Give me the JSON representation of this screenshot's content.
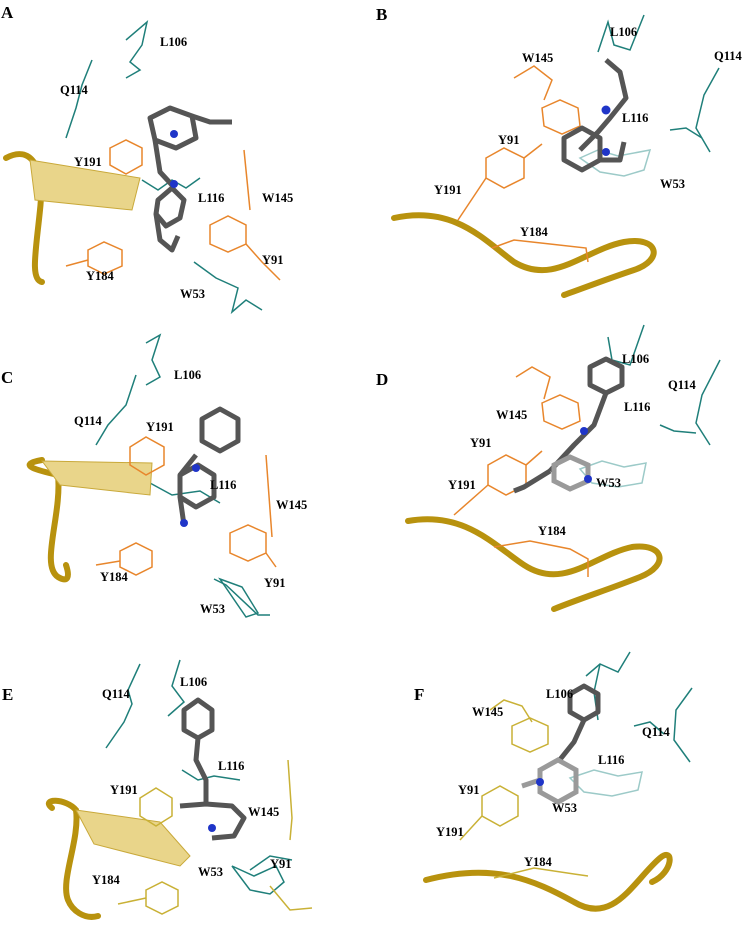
{
  "colors": {
    "teal": "#1f7f7a",
    "orange": "#e8862c",
    "olive": "#c9b136",
    "ribbon": "#b8920e",
    "ribbon_light": "#e9d58a",
    "ligand": "#555555",
    "ligand_light": "#9a9a9a",
    "nitrogen": "#1f35c8",
    "oxygen": "#d02020"
  },
  "panels": [
    {
      "id": "A",
      "labels": {
        "L106": "L106",
        "Q114": "Q114",
        "Y191": "Y191",
        "L116": "L116",
        "W145": "W145",
        "Y91": "Y91",
        "Y184": "Y184",
        "W53": "W53"
      }
    },
    {
      "id": "B",
      "labels": {
        "L106": "L106",
        "Q114": "Q114",
        "W145": "W145",
        "L116": "L116",
        "Y91": "Y91",
        "Y191": "Y191",
        "W53": "W53",
        "Y184": "Y184"
      }
    },
    {
      "id": "C",
      "labels": {
        "L106": "L106",
        "Q114": "Q114",
        "Y191": "Y191",
        "L116": "L116",
        "W145": "W145",
        "Y184": "Y184",
        "Y91": "Y91",
        "W53": "W53"
      }
    },
    {
      "id": "D",
      "labels": {
        "L106": "L106",
        "Q114": "Q114",
        "W145": "W145",
        "L116": "L116",
        "Y91": "Y91",
        "Y191": "Y191",
        "W53": "W53",
        "Y184": "Y184"
      }
    },
    {
      "id": "E",
      "labels": {
        "L106": "L106",
        "Q114": "Q114",
        "Y191": "Y191",
        "L116": "L116",
        "W145": "W145",
        "Y184": "Y184",
        "W53": "W53",
        "Y91": "Y91"
      }
    },
    {
      "id": "F",
      "labels": {
        "L106": "L106",
        "W145": "W145",
        "Q114": "Q114",
        "L116": "L116",
        "Y91": "Y91",
        "W53": "W53",
        "Y191": "Y191",
        "Y184": "Y184"
      }
    }
  ]
}
